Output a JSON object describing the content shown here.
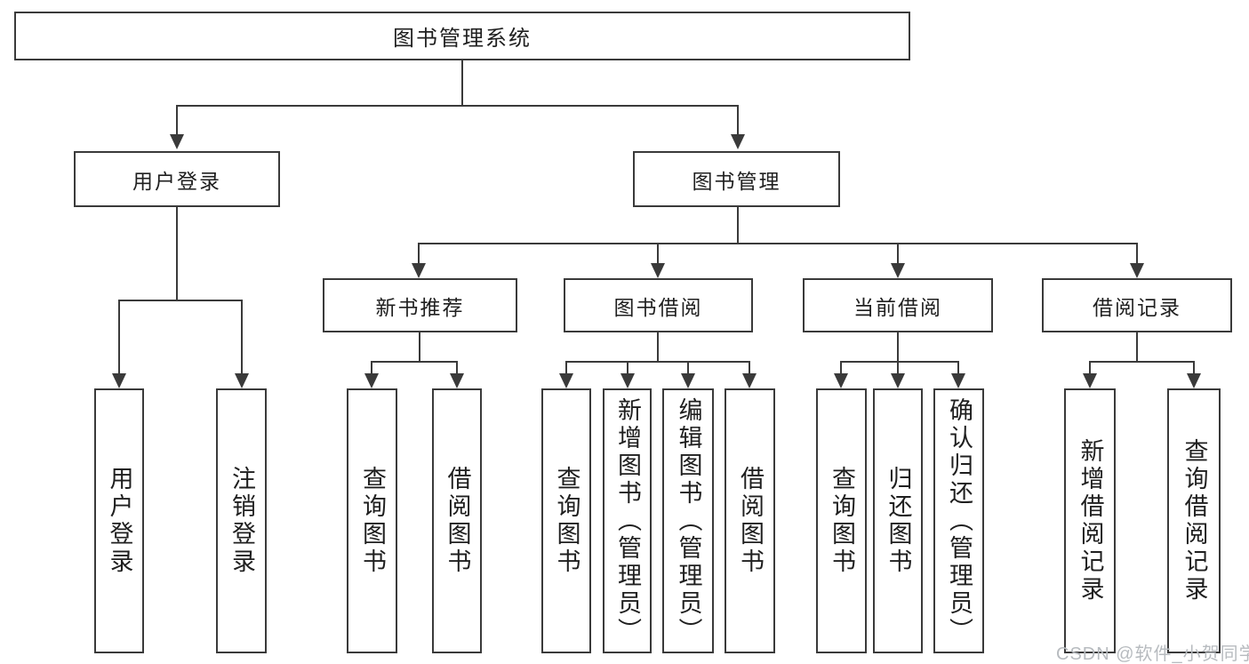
{
  "diagram": {
    "root": {
      "label": "图书管理系统"
    },
    "branches": [
      {
        "label": "用户登录",
        "children": [
          {
            "label": "用户登录"
          },
          {
            "label": "注销登录"
          }
        ]
      },
      {
        "label": "图书管理",
        "children": [
          {
            "label": "新书推荐",
            "children": [
              {
                "label": "查询图书"
              },
              {
                "label": "借阅图书"
              }
            ]
          },
          {
            "label": "图书借阅",
            "children": [
              {
                "label": "查询图书"
              },
              {
                "label": "新增图书（管理员）"
              },
              {
                "label": "编辑图书（管理员）"
              },
              {
                "label": "借阅图书"
              }
            ]
          },
          {
            "label": "当前借阅",
            "children": [
              {
                "label": "查询图书"
              },
              {
                "label": "归还图书"
              },
              {
                "label": "确认归还（管理员）"
              }
            ]
          },
          {
            "label": "借阅记录",
            "children": [
              {
                "label": "新增借阅记录"
              },
              {
                "label": "查询借阅记录"
              }
            ]
          }
        ]
      }
    ]
  },
  "watermark": {
    "text": "CSDN @软件_小贺同学"
  },
  "colors": {
    "line": "#3a3a3a",
    "text": "#1f1f1f",
    "background": "#ffffff",
    "watermark": "#b7bbbf"
  }
}
